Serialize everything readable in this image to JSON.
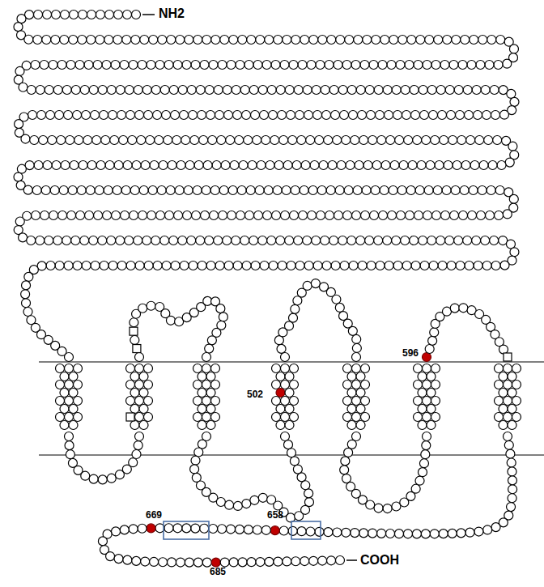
{
  "diagram": {
    "labels": [
      "NH2",
      "596",
      "502",
      "669",
      "658",
      "COOH",
      "685"
    ]
  }
}
